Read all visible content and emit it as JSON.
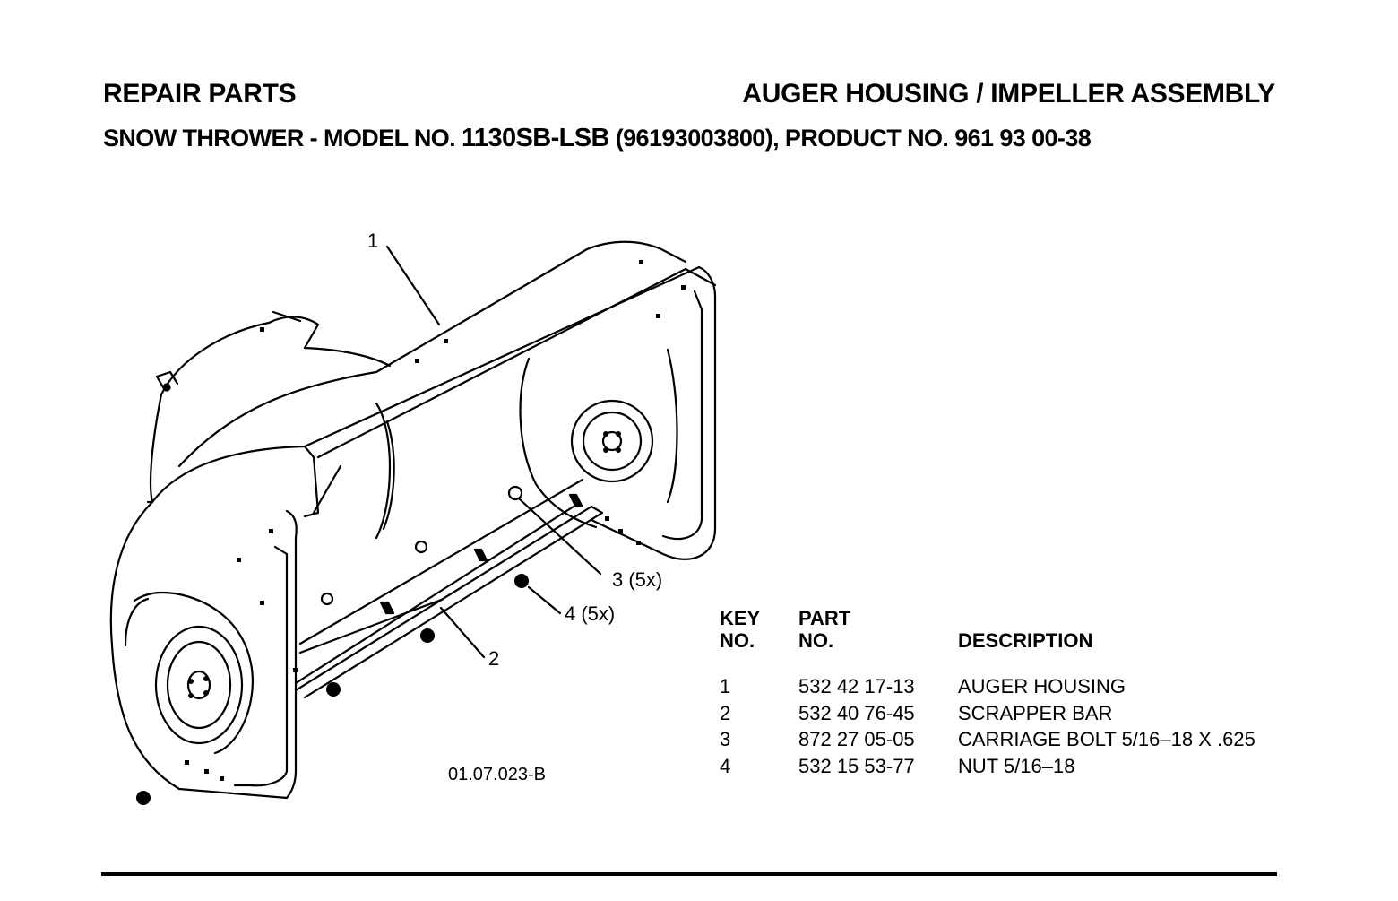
{
  "header": {
    "title_left": "REPAIR PARTS",
    "title_right": "AUGER HOUSING / IMPELLER ASSEMBLY",
    "subtitle_prefix": "SNOW THROWER - MODEL NO. ",
    "model": "1130SB-LSB",
    "subtitle_suffix": " (96193003800), PRODUCT NO. 961 93 00-38"
  },
  "diagram": {
    "callouts": [
      "1",
      "2",
      "3 (5x)",
      "4 (5x)"
    ],
    "drawing_no": "01.07.023-B"
  },
  "parts_table": {
    "headers": {
      "key_line1": "KEY",
      "key_line2": "NO.",
      "part_line1": "PART",
      "part_line2": "NO.",
      "description": "DESCRIPTION"
    },
    "rows": [
      {
        "key": "1",
        "part": "532 42 17-13",
        "description": "AUGER HOUSING"
      },
      {
        "key": "2",
        "part": "532 40 76-45",
        "description": "SCRAPPER BAR"
      },
      {
        "key": "3",
        "part": "872 27 05-05",
        "description": "CARRIAGE BOLT 5/16–18 X .625"
      },
      {
        "key": "4",
        "part": "532 15 53-77",
        "description": "NUT 5/16–18"
      }
    ]
  }
}
